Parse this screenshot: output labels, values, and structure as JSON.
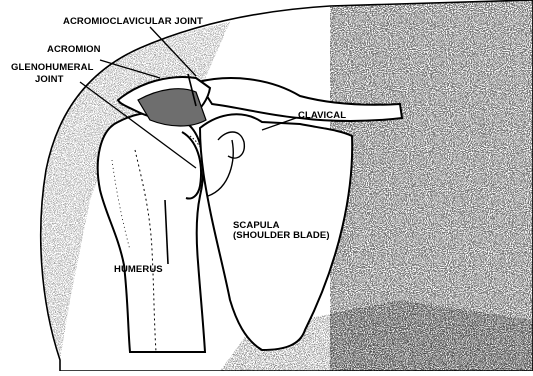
{
  "labels": {
    "acromioclavicular": "ACROMIOCLAVICULAR JOINT",
    "acromion": "ACROMION",
    "glenohumeral_line1": "GLENOHUMERAL",
    "glenohumeral_line2": "JOINT",
    "clavical": "CLAVICAL",
    "scapula_line1": "SCAPULA",
    "scapula_line2": "(SHOULDER BLADE)",
    "humerus": "HUMERUS"
  },
  "colors": {
    "ink": "#000000",
    "paper": "#ffffff",
    "skin_stipple": "#9a9a9a",
    "cartilage": "#6e6e6e"
  }
}
